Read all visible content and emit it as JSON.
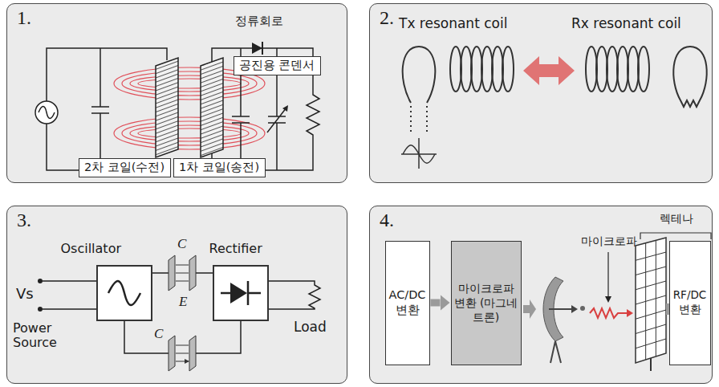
{
  "diagram": {
    "nodes": [
      {
        "text": [
          "1."
        ]
      },
      {
        "text": [
          "공진용 콘덴서"
        ],
        "in": 0
      },
      {
        "text": [
          "2차 코일(수전)"
        ],
        "in": 0
      },
      {
        "text": [
          "1차 코일(송전)"
        ],
        "in": 0
      },
      {
        "text": [
          "2."
        ]
      },
      {
        "text": [
          "3."
        ]
      },
      {
        "text": [
          "Oscillator"
        ],
        "in": 5
      },
      {
        "text": [
          "Rectifier"
        ],
        "in": 5
      },
      {
        "text": [
          "4."
        ]
      },
      {
        "text": [
          "AC/DC 변환"
        ],
        "in": 8
      },
      {
        "text": [
          "마이크로파 변환 (마그네트론)"
        ],
        "in": 8
      },
      {
        "text": [
          "RF/DC 변환"
        ],
        "in": 8
      }
    ],
    "edges": [
      {
        "from": 9,
        "to": 10,
        "arrow": "to"
      }
    ],
    "labels": [
      "정류회로",
      "Tx resonant coil",
      "Rx resonant coil",
      "C",
      "E",
      "C",
      "Vs",
      "Power Source",
      "Load",
      "마이크로파",
      "렉테나"
    ]
  }
}
